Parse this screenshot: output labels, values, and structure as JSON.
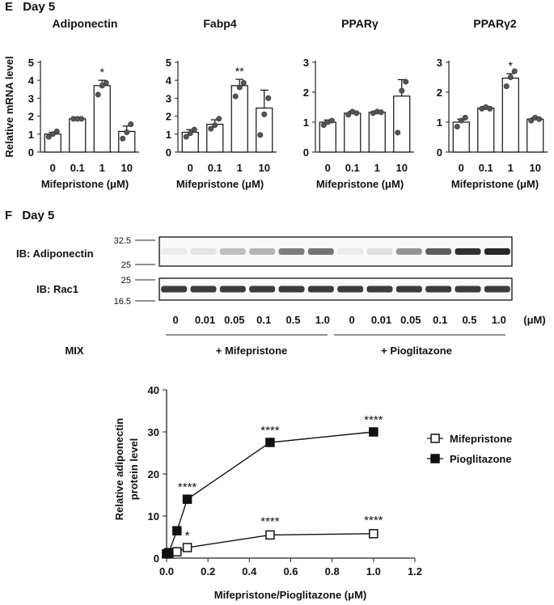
{
  "panel_e": {
    "letter": "E",
    "day": "Day 5",
    "ylabel": "Relative mRNA level",
    "xlabel": "Mifepristone (μM)"
  },
  "panel_f": {
    "letter": "F",
    "day": "Day 5",
    "blot_labels": [
      "IB: Adiponectin",
      "IB: Rac1"
    ],
    "mw_markers": [
      "32.5",
      "25",
      "25",
      "16.5"
    ],
    "lanes": [
      "0",
      "0.01",
      "0.05",
      "0.1",
      "0.5",
      "1.0",
      "0",
      "0.01",
      "0.05",
      "0.1",
      "0.5",
      "1.0"
    ],
    "unit": "(μM)",
    "mix_label": "MIX",
    "group_labels": [
      "+ Mifepristone",
      "+ Pioglitazone"
    ],
    "adiponectin_band_intensity": [
      0.05,
      0.08,
      0.25,
      0.3,
      0.55,
      0.6,
      0.05,
      0.1,
      0.45,
      0.7,
      0.9,
      0.95
    ],
    "rac1_band_intensity": [
      0.85,
      0.85,
      0.85,
      0.85,
      0.85,
      0.85,
      0.85,
      0.85,
      0.85,
      0.85,
      0.85,
      0.85
    ]
  },
  "chart_data": [
    {
      "type": "bar",
      "title": "Adiponectin",
      "categories": [
        "0",
        "0.1",
        "1",
        "10"
      ],
      "values": [
        1.0,
        1.85,
        3.7,
        1.15
      ],
      "errors": [
        0.1,
        0.05,
        0.3,
        0.3
      ],
      "points": [
        [
          0.85,
          1.0,
          1.15
        ],
        [
          1.85,
          1.85,
          1.85
        ],
        [
          3.2,
          3.7,
          3.85
        ],
        [
          0.75,
          1.1,
          1.55
        ]
      ],
      "significance": [
        "",
        "",
        "*",
        ""
      ],
      "ylim": [
        0,
        5
      ],
      "yticks": [
        "0",
        "1",
        "2",
        "3",
        "4",
        "5"
      ]
    },
    {
      "type": "bar",
      "title": "Fabp4",
      "categories": [
        "0",
        "0.1",
        "1",
        "10"
      ],
      "values": [
        1.1,
        1.55,
        3.7,
        2.45
      ],
      "errors": [
        0.15,
        0.25,
        0.35,
        1.0
      ],
      "points": [
        [
          0.85,
          1.05,
          1.25
        ],
        [
          1.3,
          1.5,
          1.85
        ],
        [
          3.1,
          3.6,
          3.85
        ],
        [
          0.95,
          2.1,
          3.0
        ]
      ],
      "significance": [
        "",
        "",
        "**",
        ""
      ],
      "ylim": [
        0,
        5
      ],
      "yticks": [
        "0",
        "1",
        "2",
        "3",
        "4",
        "5"
      ]
    },
    {
      "type": "bar",
      "title": "PPARγ",
      "categories": [
        "0",
        "0.1",
        "1",
        "10"
      ],
      "values": [
        1.0,
        1.3,
        1.33,
        1.87
      ],
      "errors": [
        0.07,
        0.06,
        0.04,
        0.55
      ],
      "points": [
        [
          0.9,
          1.0,
          1.05
        ],
        [
          1.25,
          1.35,
          1.3
        ],
        [
          1.3,
          1.35,
          1.33
        ],
        [
          0.65,
          2.05,
          2.35
        ]
      ],
      "significance": [
        "",
        "",
        "",
        ""
      ],
      "ylim": [
        0,
        3
      ],
      "yticks": [
        "0",
        "1",
        "2",
        "3"
      ]
    },
    {
      "type": "bar",
      "title": "PPARγ2",
      "categories": [
        "0",
        "0.1",
        "1",
        "10"
      ],
      "values": [
        1.0,
        1.47,
        2.47,
        1.1
      ],
      "errors": [
        0.1,
        0.05,
        0.15,
        0.05
      ],
      "points": [
        [
          0.85,
          1.05,
          1.15
        ],
        [
          1.45,
          1.5,
          1.45
        ],
        [
          2.2,
          2.5,
          2.7
        ],
        [
          1.05,
          1.15,
          1.1
        ]
      ],
      "significance": [
        "",
        "",
        "*",
        ""
      ],
      "ylim": [
        0,
        3
      ],
      "yticks": [
        "0",
        "1",
        "2",
        "3"
      ]
    },
    {
      "type": "line",
      "xlabel": "Mifepristone/Pioglitazone (μM)",
      "ylabel": [
        "Relative adiponectin",
        "protein level"
      ],
      "xlim": [
        0,
        1.2
      ],
      "ylim": [
        0,
        40
      ],
      "xticks": [
        "0.0",
        "0.2",
        "0.4",
        "0.6",
        "0.8",
        "1.0",
        "1.2"
      ],
      "yticks": [
        "0",
        "10",
        "20",
        "30",
        "40"
      ],
      "legend_position": "right",
      "series": [
        {
          "name": "Mifepristone",
          "marker": "open-square",
          "x": [
            0,
            0.01,
            0.05,
            0.1,
            0.5,
            1.0
          ],
          "y": [
            1,
            1,
            1.5,
            2.5,
            5.5,
            5.8
          ],
          "significance": [
            "",
            "",
            "",
            "*",
            "****",
            "****"
          ]
        },
        {
          "name": "Pioglitazone",
          "marker": "filled-square",
          "x": [
            0,
            0.01,
            0.05,
            0.1,
            0.5,
            1.0
          ],
          "y": [
            1,
            1.3,
            6.5,
            14,
            27.5,
            30
          ],
          "significance": [
            "",
            "",
            "",
            "****",
            "****",
            "****"
          ]
        }
      ]
    }
  ]
}
